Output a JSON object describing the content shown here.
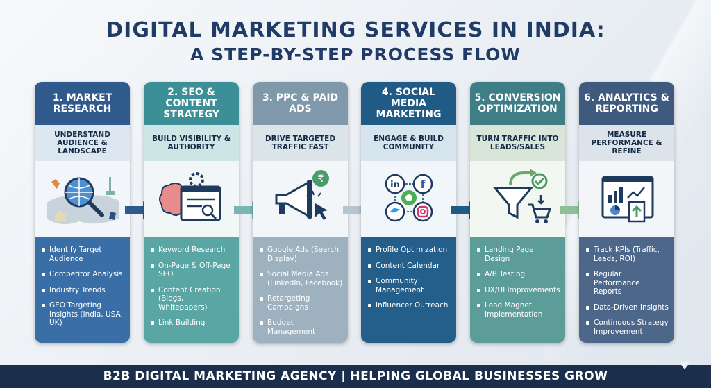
{
  "title": {
    "line1": "DIGITAL MARKETING SERVICES IN INDIA:",
    "line2": "A STEP-BY-STEP PROCESS FLOW"
  },
  "steps": [
    {
      "heading": "1. MARKET RESEARCH",
      "subheading": "UNDERSTAND AUDIENCE & LANDSCAPE",
      "items": [
        "Identify Target Audience",
        "Competitor Analysis",
        "Industry Trends",
        "GEO Targeting Insights (India, USA, UK)"
      ]
    },
    {
      "heading": "2. SEO & CONTENT STRATEGY",
      "subheading": "BUILD VISIBILITY & AUTHORITY",
      "items": [
        "Keyword Research",
        "On-Page & Off-Page SEO",
        "Content Creation (Blogs, Whitepapers)",
        "Link Building"
      ]
    },
    {
      "heading": "3. PPC & PAID ADS",
      "subheading": "DRIVE TARGETED TRAFFIC FAST",
      "items": [
        "Google Ads (Search, Display)",
        "Social Media Ads (LinkedIn, Facebook)",
        "Retargeting Campaigns",
        "Budget Management"
      ]
    },
    {
      "heading": "4. SOCIAL MEDIA MARKETING",
      "subheading": "ENGAGE & BUILD COMMUNITY",
      "items": [
        "Profile Optimization",
        "Content Calendar",
        "Community Management",
        "Influencer Outreach"
      ]
    },
    {
      "heading": "5. CONVERSION OPTIMIZATION",
      "subheading": "TURN TRAFFIC INTO LEADS/SALES",
      "items": [
        "Landing Page Design",
        "A/B Testing",
        "UX/UI Improvements",
        "Lead Magnet Implementation"
      ]
    },
    {
      "heading": "6. ANALYTICS & REPORTING",
      "subheading": "MEASURE PERFORMANCE & REFINE",
      "items": [
        "Track KPIs (Traffic, Leads, ROI)",
        "Regular Performance Reports",
        "Data-Driven Insights",
        "Continuous Strategy Improvement"
      ]
    }
  ],
  "icons": [
    "globe-search-icon",
    "seo-content-icon",
    "megaphone-rupee-icon",
    "social-network-icon",
    "funnel-cart-icon",
    "analytics-dashboard-icon"
  ],
  "footer": "B2B DIGITAL MARKETING AGENCY | HELPING GLOBAL BUSINESSES GROW",
  "colors": {
    "title": "#1f3b66",
    "heads": [
      "#2f5a8c",
      "#3d8f97",
      "#7f99ab",
      "#1f5b85",
      "#3f7e86",
      "#3e5a7e"
    ],
    "subs": [
      "#dce7f1",
      "#cde5e4",
      "#dbe4e8",
      "#d6e4ee",
      "#d9e5d9",
      "#dde3ea"
    ],
    "lists": [
      "#3a6ea6",
      "#5aa6a5",
      "#9db1bf",
      "#235f8a",
      "#5c9d9a",
      "#4d678a"
    ],
    "footer": "#1b2e4b"
  }
}
